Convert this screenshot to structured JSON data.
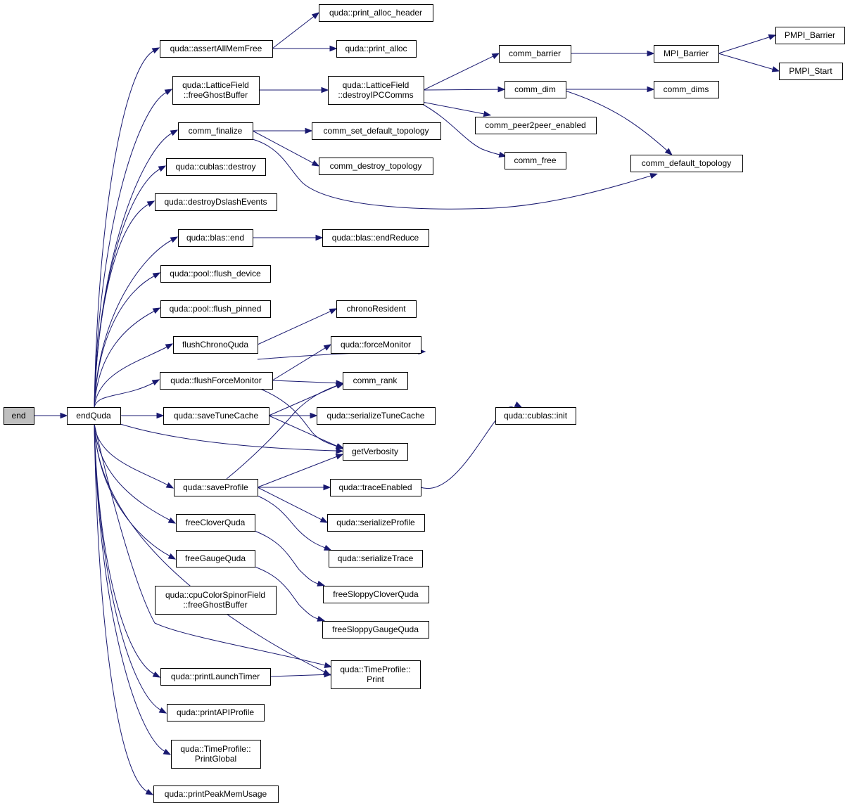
{
  "diagram": {
    "colors": {
      "edge": "#191970",
      "node_fill": "#ffffff",
      "root_fill": "#bfbfbf",
      "border": "#000000"
    },
    "nodes": [
      {
        "id": "end",
        "lines": [
          "end"
        ],
        "root": true
      },
      {
        "id": "endQuda",
        "lines": [
          "endQuda"
        ]
      },
      {
        "id": "assertAllMemFree",
        "lines": [
          "quda::assertAllMemFree"
        ]
      },
      {
        "id": "print_alloc_header",
        "lines": [
          "quda::print_alloc_header"
        ]
      },
      {
        "id": "print_alloc",
        "lines": [
          "quda::print_alloc"
        ]
      },
      {
        "id": "lf_freeGhostBuffer",
        "lines": [
          "quda::LatticeField",
          "::freeGhostBuffer"
        ]
      },
      {
        "id": "destroyIPCComms",
        "lines": [
          "quda::LatticeField",
          "::destroyIPCComms"
        ]
      },
      {
        "id": "comm_barrier",
        "lines": [
          "comm_barrier"
        ]
      },
      {
        "id": "MPI_Barrier",
        "lines": [
          "MPI_Barrier"
        ]
      },
      {
        "id": "PMPI_Barrier",
        "lines": [
          "PMPI_Barrier"
        ]
      },
      {
        "id": "PMPI_Start",
        "lines": [
          "PMPI_Start"
        ]
      },
      {
        "id": "comm_dim",
        "lines": [
          "comm_dim"
        ]
      },
      {
        "id": "comm_dims",
        "lines": [
          "comm_dims"
        ]
      },
      {
        "id": "comm_peer2peer_enabled",
        "lines": [
          "comm_peer2peer_enabled"
        ]
      },
      {
        "id": "comm_free",
        "lines": [
          "comm_free"
        ]
      },
      {
        "id": "comm_default_topology",
        "lines": [
          "comm_default_topology"
        ]
      },
      {
        "id": "comm_finalize",
        "lines": [
          "comm_finalize"
        ]
      },
      {
        "id": "comm_set_default_topology",
        "lines": [
          "comm_set_default_topology"
        ]
      },
      {
        "id": "comm_destroy_topology",
        "lines": [
          "comm_destroy_topology"
        ]
      },
      {
        "id": "cublas_destroy",
        "lines": [
          "quda::cublas::destroy"
        ]
      },
      {
        "id": "destroyDslashEvents",
        "lines": [
          "quda::destroyDslashEvents"
        ]
      },
      {
        "id": "blas_end",
        "lines": [
          "quda::blas::end"
        ]
      },
      {
        "id": "blas_endReduce",
        "lines": [
          "quda::blas::endReduce"
        ]
      },
      {
        "id": "flush_device",
        "lines": [
          "quda::pool::flush_device"
        ]
      },
      {
        "id": "flush_pinned",
        "lines": [
          "quda::pool::flush_pinned"
        ]
      },
      {
        "id": "chronoResident",
        "lines": [
          "chronoResident"
        ]
      },
      {
        "id": "flushChronoQuda",
        "lines": [
          "flushChronoQuda"
        ]
      },
      {
        "id": "forceMonitor",
        "lines": [
          "quda::forceMonitor"
        ]
      },
      {
        "id": "flushForceMonitor",
        "lines": [
          "quda::flushForceMonitor"
        ]
      },
      {
        "id": "comm_rank",
        "lines": [
          "comm_rank"
        ]
      },
      {
        "id": "cublas_init",
        "lines": [
          "quda::cublas::init"
        ]
      },
      {
        "id": "saveTuneCache",
        "lines": [
          "quda::saveTuneCache"
        ]
      },
      {
        "id": "serializeTuneCache",
        "lines": [
          "quda::serializeTuneCache"
        ]
      },
      {
        "id": "getVerbosity",
        "lines": [
          "getVerbosity"
        ]
      },
      {
        "id": "saveProfile",
        "lines": [
          "quda::saveProfile"
        ]
      },
      {
        "id": "traceEnabled",
        "lines": [
          "quda::traceEnabled"
        ]
      },
      {
        "id": "serializeProfile",
        "lines": [
          "quda::serializeProfile"
        ]
      },
      {
        "id": "serializeTrace",
        "lines": [
          "quda::serializeTrace"
        ]
      },
      {
        "id": "freeCloverQuda",
        "lines": [
          "freeCloverQuda"
        ]
      },
      {
        "id": "freeGaugeQuda",
        "lines": [
          "freeGaugeQuda"
        ]
      },
      {
        "id": "freeSloppyCloverQuda",
        "lines": [
          "freeSloppyCloverQuda"
        ]
      },
      {
        "id": "freeSloppyGaugeQuda",
        "lines": [
          "freeSloppyGaugeQuda"
        ]
      },
      {
        "id": "cpu_freeGhostBuffer",
        "lines": [
          "quda::cpuColorSpinorField",
          "::freeGhostBuffer"
        ]
      },
      {
        "id": "TimeProfile_Print",
        "lines": [
          "quda::TimeProfile::",
          "Print"
        ]
      },
      {
        "id": "printLaunchTimer",
        "lines": [
          "quda::printLaunchTimer"
        ]
      },
      {
        "id": "printAPIProfile",
        "lines": [
          "quda::printAPIProfile"
        ]
      },
      {
        "id": "TimeProfile_PrintGlobal",
        "lines": [
          "quda::TimeProfile::",
          "PrintGlobal"
        ]
      },
      {
        "id": "printPeakMemUsage",
        "lines": [
          "quda::printPeakMemUsage"
        ]
      }
    ],
    "edges": [
      {
        "from": "end",
        "to": "endQuda"
      },
      {
        "from": "endQuda",
        "to": "assertAllMemFree"
      },
      {
        "from": "endQuda",
        "to": "lf_freeGhostBuffer"
      },
      {
        "from": "endQuda",
        "to": "comm_finalize"
      },
      {
        "from": "endQuda",
        "to": "cublas_destroy"
      },
      {
        "from": "endQuda",
        "to": "destroyDslashEvents"
      },
      {
        "from": "endQuda",
        "to": "blas_end"
      },
      {
        "from": "endQuda",
        "to": "flush_device"
      },
      {
        "from": "endQuda",
        "to": "flush_pinned"
      },
      {
        "from": "endQuda",
        "to": "flushChronoQuda"
      },
      {
        "from": "endQuda",
        "to": "flushForceMonitor"
      },
      {
        "from": "endQuda",
        "to": "saveTuneCache"
      },
      {
        "from": "endQuda",
        "to": "getVerbosity"
      },
      {
        "from": "endQuda",
        "to": "saveProfile"
      },
      {
        "from": "endQuda",
        "to": "freeCloverQuda"
      },
      {
        "from": "endQuda",
        "to": "freeGaugeQuda"
      },
      {
        "from": "endQuda",
        "to": "cpu_freeGhostBuffer"
      },
      {
        "from": "endQuda",
        "to": "TimeProfile_Print"
      },
      {
        "from": "endQuda",
        "to": "printLaunchTimer"
      },
      {
        "from": "endQuda",
        "to": "printAPIProfile"
      },
      {
        "from": "endQuda",
        "to": "TimeProfile_PrintGlobal"
      },
      {
        "from": "endQuda",
        "to": "printPeakMemUsage"
      },
      {
        "from": "assertAllMemFree",
        "to": "print_alloc_header"
      },
      {
        "from": "assertAllMemFree",
        "to": "print_alloc"
      },
      {
        "from": "lf_freeGhostBuffer",
        "to": "destroyIPCComms"
      },
      {
        "from": "destroyIPCComms",
        "to": "comm_barrier"
      },
      {
        "from": "destroyIPCComms",
        "to": "comm_dim"
      },
      {
        "from": "destroyIPCComms",
        "to": "comm_peer2peer_enabled"
      },
      {
        "from": "destroyIPCComms",
        "to": "comm_free"
      },
      {
        "from": "comm_barrier",
        "to": "MPI_Barrier"
      },
      {
        "from": "MPI_Barrier",
        "to": "PMPI_Barrier"
      },
      {
        "from": "MPI_Barrier",
        "to": "PMPI_Start"
      },
      {
        "from": "comm_dim",
        "to": "comm_dims"
      },
      {
        "from": "comm_dim",
        "to": "comm_default_topology"
      },
      {
        "from": "comm_finalize",
        "to": "comm_set_default_topology"
      },
      {
        "from": "comm_finalize",
        "to": "comm_destroy_topology"
      },
      {
        "from": "comm_finalize",
        "to": "comm_default_topology"
      },
      {
        "from": "blas_end",
        "to": "blas_endReduce"
      },
      {
        "from": "flushChronoQuda",
        "to": "chronoResident"
      },
      {
        "from": "flushForceMonitor",
        "to": "forceMonitor"
      },
      {
        "from": "flushForceMonitor",
        "to": "comm_rank"
      },
      {
        "from": "flushForceMonitor",
        "to": "getVerbosity"
      },
      {
        "from": "forceMonitor",
        "to": "cublas_init"
      },
      {
        "from": "saveTuneCache",
        "to": "comm_rank"
      },
      {
        "from": "saveTuneCache",
        "to": "serializeTuneCache"
      },
      {
        "from": "saveTuneCache",
        "to": "getVerbosity"
      },
      {
        "from": "saveProfile",
        "to": "comm_rank"
      },
      {
        "from": "saveProfile",
        "to": "getVerbosity"
      },
      {
        "from": "saveProfile",
        "to": "traceEnabled"
      },
      {
        "from": "saveProfile",
        "to": "serializeProfile"
      },
      {
        "from": "saveProfile",
        "to": "serializeTrace"
      },
      {
        "from": "traceEnabled",
        "to": "cublas_init"
      },
      {
        "from": "freeCloverQuda",
        "to": "freeSloppyCloverQuda"
      },
      {
        "from": "freeGaugeQuda",
        "to": "freeSloppyGaugeQuda"
      },
      {
        "from": "printLaunchTimer",
        "to": "TimeProfile_Print"
      }
    ]
  }
}
